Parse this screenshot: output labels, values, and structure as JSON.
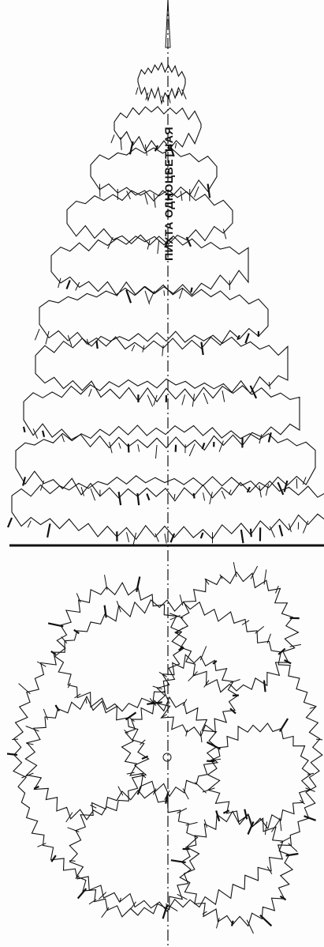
{
  "drawing": {
    "label": "ПИХТА ОДНОЦВЕТНАЯ",
    "ink_color": "#111111",
    "paper_color": "#fdfdfd",
    "views": [
      {
        "name": "elevation",
        "description_icon": "fir-tree-elevation-icon"
      },
      {
        "name": "plan",
        "description_icon": "fir-tree-plan-icon"
      }
    ]
  }
}
